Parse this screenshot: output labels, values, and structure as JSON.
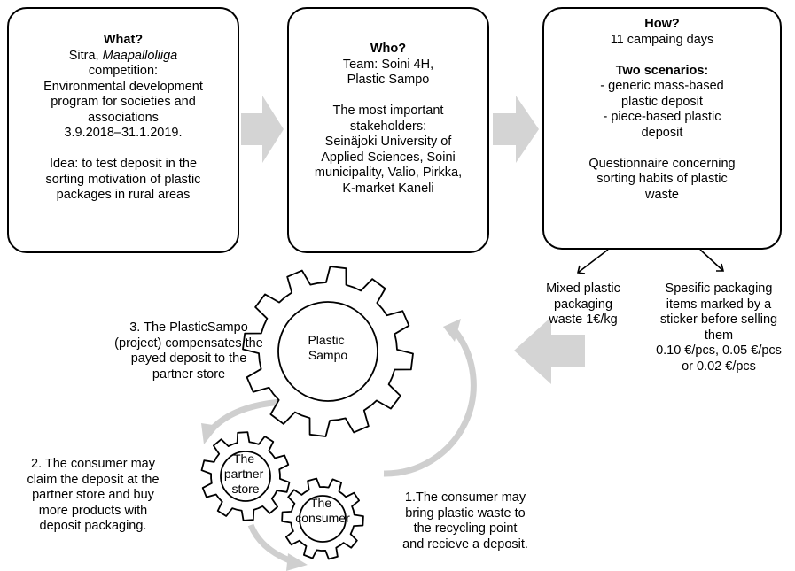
{
  "boxes": {
    "what": {
      "title": "What?",
      "line1_prefix": "Sitra, ",
      "line1_italic": "Maapalloliiga",
      "lines": [
        "competition:",
        "Environmental development",
        "program for societies and",
        "associations",
        "3.9.2018–31.1.2019.",
        "",
        "Idea: to test deposit in the",
        "sorting motivation of plastic",
        "packages in rural areas"
      ]
    },
    "who": {
      "title": "Who?",
      "lines": [
        "Team: Soini 4H,",
        "Plastic Sampo",
        "",
        "The most important",
        "stakeholders:",
        "Seinäjoki University of",
        "Applied Sciences, Soini",
        "municipality, Valio, Pirkka,",
        "K-market Kaneli"
      ]
    },
    "how": {
      "title": "How?",
      "line1": "11 campaing days",
      "subtitle": "Two scenarios:",
      "lines": [
        "- generic mass-based",
        "plastic deposit",
        "- piece-based plastic",
        "deposit",
        "",
        "Questionnaire concerning",
        "sorting habits of plastic",
        "waste"
      ]
    }
  },
  "scenarios": {
    "mixed": [
      "Mixed plastic",
      "packaging",
      "waste 1€/kg"
    ],
    "specific": [
      "Spesific packaging",
      "items marked by a",
      "sticker before selling",
      "them",
      "0.10 €/pcs, 0.05 €/pcs",
      "or 0.02 €/pcs"
    ]
  },
  "gears": {
    "sampo": [
      "Plastic",
      "Sampo"
    ],
    "store": [
      "The",
      "partner",
      "store"
    ],
    "consumer": [
      "The",
      "consumer"
    ]
  },
  "steps": {
    "step1": [
      "1.The consumer may",
      "bring plastic waste to",
      "the recycling point",
      "and recieve a deposit."
    ],
    "step2": [
      "2. The consumer may",
      "claim the deposit at the",
      "partner store and buy",
      "more products with",
      "deposit packaging."
    ],
    "step3": [
      "3. The PlasticSampo",
      "(project) compensates the",
      "payed deposit to the",
      "partner store"
    ]
  },
  "colors": {
    "arrow_gray": "#d4d4d4",
    "stroke": "#000000"
  }
}
